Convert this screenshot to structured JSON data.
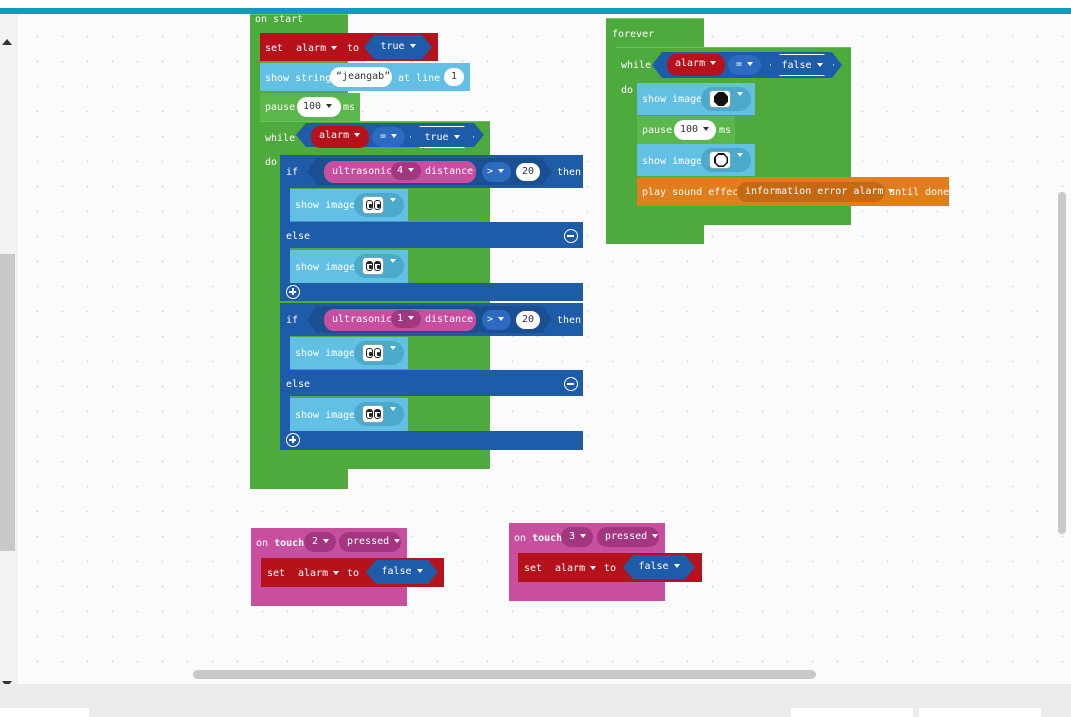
{
  "colors": {
    "top_stripe": "#1999b8",
    "on_start_green": "#4eaa3d",
    "set_red": "#b5121b",
    "logic_blue": "#1e5ba8",
    "basic_light_blue": "#62c0e4",
    "input_pink": "#c84fa0",
    "music_orange": "#e07d1d"
  },
  "on_start": {
    "header": "on start",
    "set_kw": "set",
    "set_var": "alarm",
    "set_to": "to",
    "set_val": "true",
    "show_string_kw": "show string",
    "show_string_val": "jeangab",
    "at_line": "at line",
    "line_val": "1",
    "pause_kw": "pause",
    "pause_val": "100",
    "pause_unit": "ms",
    "while_kw": "while",
    "while_var": "alarm",
    "while_op": "=",
    "while_val": "true",
    "do_kw": "do",
    "if1": {
      "if_kw": "if",
      "sensor": "ultrasonic",
      "port": "4",
      "measure": "distance",
      "op": ">",
      "num": "20",
      "then_kw": "then",
      "show_image": "show image",
      "else_kw": "else",
      "show_image_else": "show image",
      "image_icon": "eyes-open-icon",
      "image_else_icon": "eyes-angry-icon"
    },
    "if2": {
      "if_kw": "if",
      "sensor": "ultrasonic",
      "port": "1",
      "measure": "distance",
      "op": ">",
      "num": "20",
      "then_kw": "then",
      "show_image": "show image",
      "else_kw": "else",
      "show_image_else": "show image",
      "image_icon": "eyes-open-icon",
      "image_else_icon": "eyes-angry-icon"
    }
  },
  "forever": {
    "header": "forever",
    "while_kw": "while",
    "while_var": "alarm",
    "while_op": "=",
    "while_val": "false",
    "do_kw": "do",
    "show_image_1": "show image",
    "image_1_icon": "stop-sign-filled-icon",
    "pause_kw": "pause",
    "pause_val": "100",
    "pause_unit": "ms",
    "show_image_2": "show image",
    "image_2_icon": "stop-sign-outline-icon",
    "play_sound": "play sound effect",
    "sound_name": "information error alarm",
    "until_done": "until done"
  },
  "touch_a": {
    "on_kw": "on",
    "touch_kw": "touch",
    "pin": "2",
    "event": "pressed",
    "set_kw": "set",
    "set_var": "alarm",
    "set_to": "to",
    "set_val": "false"
  },
  "touch_b": {
    "on_kw": "on",
    "touch_kw": "touch",
    "pin": "3",
    "event": "pressed",
    "set_kw": "set",
    "set_var": "alarm",
    "set_to": "to",
    "set_val": "false"
  }
}
